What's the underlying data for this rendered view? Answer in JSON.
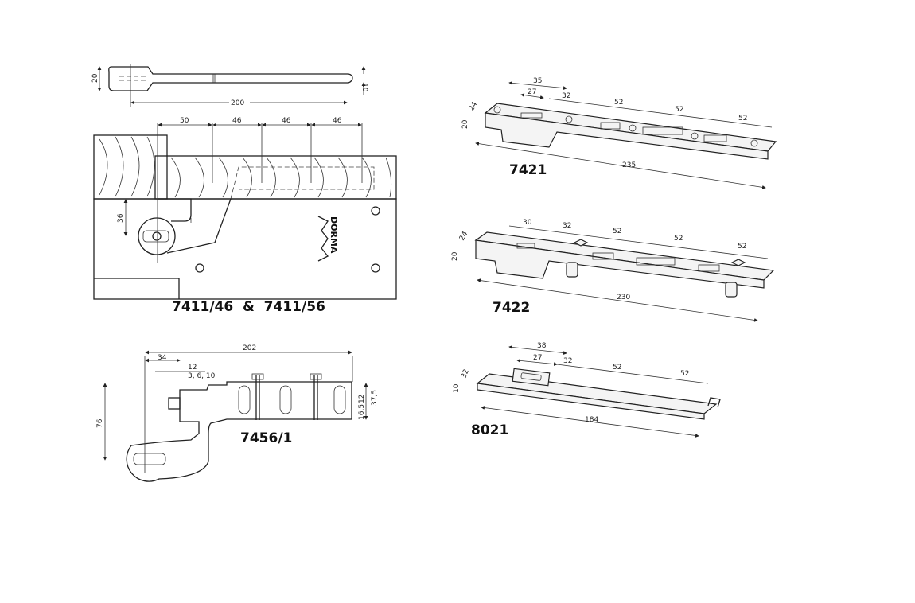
{
  "brand_logo": "DORMA",
  "parts": {
    "p7411": {
      "label": "7411/46  &  7411/56",
      "arm_dims": [
        "20",
        "10",
        "200"
      ],
      "body_dims": [
        "50",
        "46",
        "46",
        "46",
        "36"
      ]
    },
    "p7456": {
      "label": "7456/1",
      "dims": [
        "202",
        "34",
        "12",
        "3, 6, 10",
        "76",
        "12",
        "37,5",
        "16,5"
      ]
    },
    "p7421": {
      "label": "7421",
      "dims": [
        "35",
        "27",
        "32",
        "52",
        "52",
        "52",
        "24",
        "20",
        "235"
      ]
    },
    "p7422": {
      "label": "7422",
      "dims": [
        "30",
        "32",
        "52",
        "52",
        "52",
        "24",
        "20",
        "230"
      ]
    },
    "p8021": {
      "label": "8021",
      "dims": [
        "38",
        "27",
        "32",
        "52",
        "52",
        "32",
        "10",
        "184"
      ]
    }
  }
}
